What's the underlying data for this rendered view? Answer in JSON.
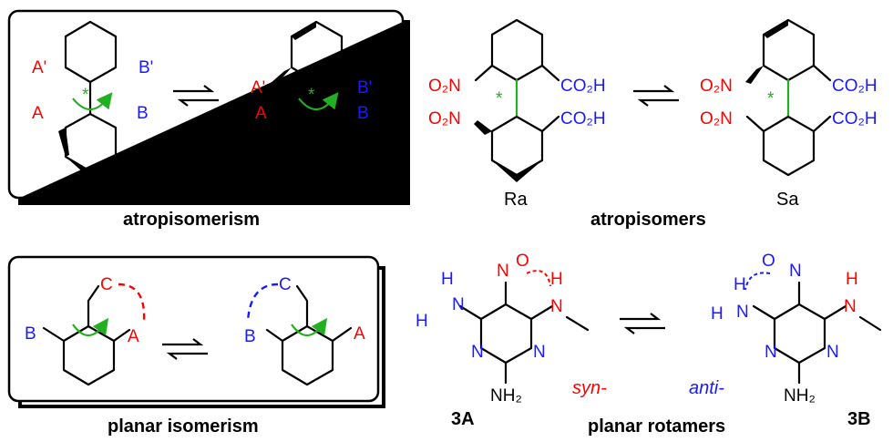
{
  "labels": {
    "a_prime": "A'",
    "b_prime": "B'",
    "a": "A",
    "b": "B",
    "c": "C",
    "star": "*",
    "no2": "O₂N",
    "co2h": "CO₂H",
    "nh2": "NH₂",
    "h": "H",
    "n": "N",
    "o": "O"
  },
  "captions": {
    "atropisomerism": "atropisomerism",
    "atropisomers": "atropisomers",
    "planar_isomerism": "planar isomerism",
    "planar_rotamers": "planar rotamers",
    "ra": "Ra",
    "sa": "Sa",
    "syn": "syn-",
    "anti": "anti-",
    "compound_3a": "3A",
    "compound_3b": "3B"
  },
  "colors": {
    "red": "#ff0000",
    "blue": "#1a1aff",
    "green": "#22b022",
    "black": "#000000"
  }
}
